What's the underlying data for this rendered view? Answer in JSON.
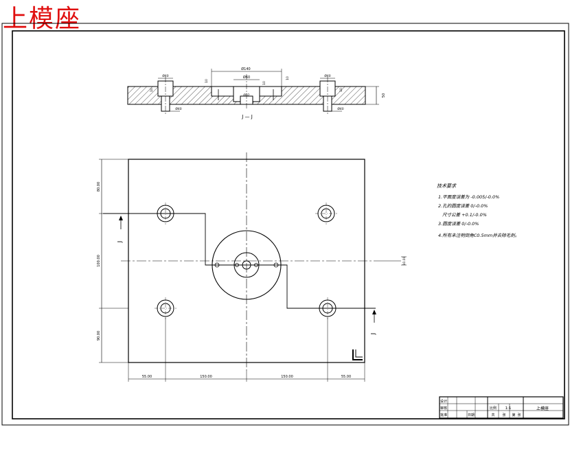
{
  "drawing_title": "上模座",
  "section": {
    "label": "J — J",
    "dims": {
      "pocket_left": "Ø40",
      "pocket_right": "Ø40",
      "counterbore_left": "Ø40",
      "counterbore_right": "Ø40",
      "depth_left": "10",
      "depth_right": "10",
      "slot_width": "Ø140",
      "center_width": "Ø60",
      "center_hole": "Ø32",
      "groove_depth_a": "10",
      "groove_depth_b": "10",
      "groove_depth_c": "10",
      "plate_thickness": "50"
    }
  },
  "plan": {
    "section_mark": "J",
    "dims": {
      "bottom": [
        "55.00",
        "150.00",
        "150.00",
        "55.00"
      ],
      "left": [
        "80.00",
        "100.00",
        "90.00"
      ],
      "right_small": "10.00"
    }
  },
  "notes": {
    "title": "技术要求",
    "items": [
      "1.平面度误差为 -0.005/-0.0%",
      "2.孔的圆度误差 0/-0.0%",
      "  尺寸公差 +0.1/-0.0%",
      "3.圆度误差 0/-0.0%",
      "4.所有未注明倒角C0.5mm并去除毛刺。"
    ]
  },
  "title_block": {
    "scale_label": "比例",
    "scale": "1:1",
    "part_name": "上模座",
    "row_labels": [
      "设计",
      "审核",
      "批准"
    ],
    "bottom_labels": [
      "日期",
      "共",
      "张",
      "第",
      "张"
    ]
  }
}
